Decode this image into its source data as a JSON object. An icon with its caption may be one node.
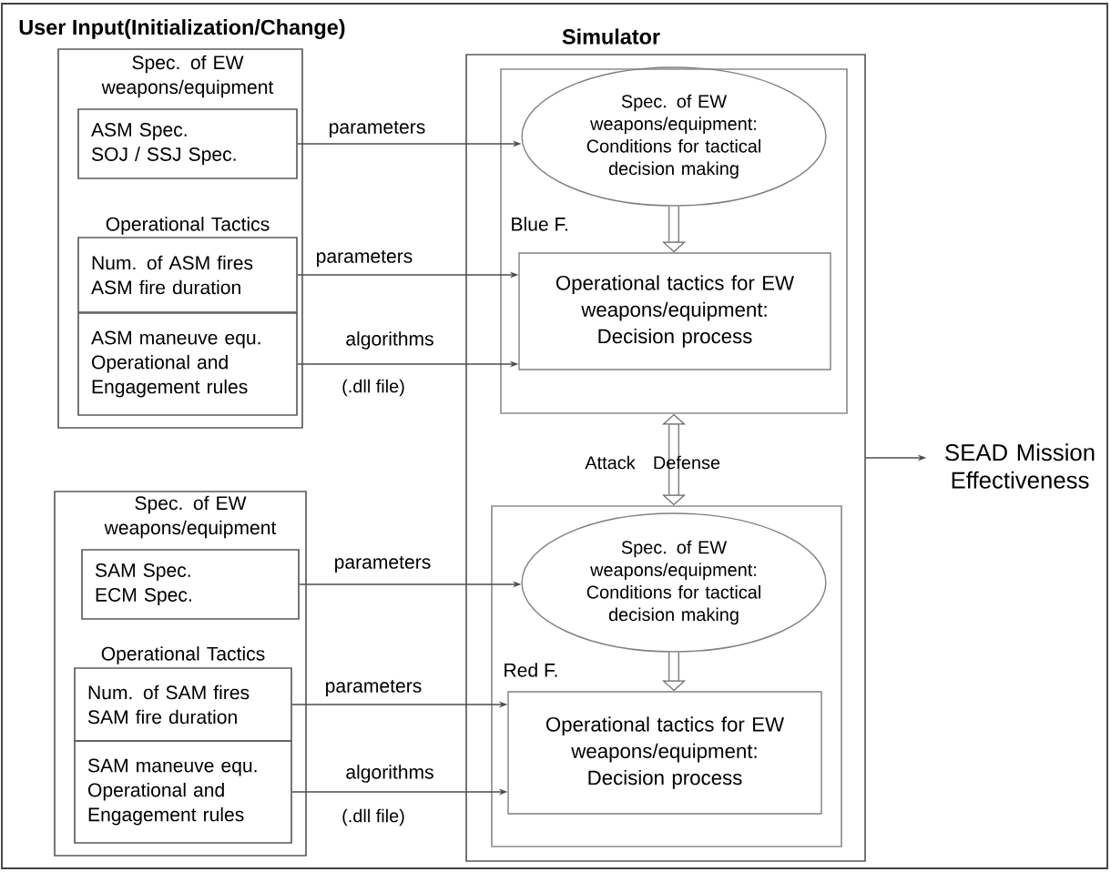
{
  "diagram": {
    "title": "User Input(Initialization/Change)",
    "nodes": [
      {
        "text": [],
        "shape": "box"
      },
      {
        "text": [
          "Spec. of EW weapons/equipment",
          "ASM Spec.",
          "SOJ / SSJ Spec."
        ],
        "in": 0
      },
      {
        "text": [
          "Operational Tactics",
          "Num. of ASM fires",
          "ASM fire duration"
        ],
        "in": 0
      },
      {
        "text": [
          "ASM maneuve equ.",
          "Operational and Engagement rules"
        ],
        "in": 0
      },
      {
        "text": [
          "Simulator"
        ]
      },
      {
        "text": [
          "Blue F."
        ],
        "in": 4
      },
      {
        "text": [
          "Spec. of EW weapons/equipment: Conditions for tactical decision making"
        ],
        "in": 5
      },
      {
        "text": [
          "Operational tactics for EW weapons/equipment: Decision process"
        ],
        "in": 5
      },
      {
        "text": [
          "Red F."
        ],
        "in": 4
      },
      {
        "text": [
          "Spec. of EW weapons/equipment: Conditions for tactical decision making"
        ],
        "in": 8
      },
      {
        "text": [
          "Operational tactics for EW weapons/equipment: Decision process"
        ],
        "in": 8
      },
      {
        "text": [],
        "shape": "box"
      },
      {
        "text": [
          "Spec. of EW weapons/equipment",
          "SAM Spec.",
          "ECM Spec."
        ],
        "in": 11
      },
      {
        "text": [
          "Operational Tactics",
          "Num. of SAM fires",
          "SAM fire duration"
        ],
        "in": 11
      },
      {
        "text": [
          "SAM maneuve equ.",
          "Operational and Engagement rules"
        ],
        "in": 11
      },
      {
        "text": [
          "SEAD Mission Effectiveness"
        ]
      }
    ],
    "edges": [
      {
        "from": 1,
        "to": 6,
        "arrow": "to",
        "label": "parameters"
      },
      {
        "from": 2,
        "to": 7,
        "arrow": "to",
        "label": "parameters"
      },
      {
        "from": 3,
        "to": 7,
        "arrow": "to",
        "label": "algorithms"
      },
      {
        "from": 6,
        "to": 7,
        "arrow": "to",
        "style": "thick"
      },
      {
        "from": 5,
        "to": 8,
        "arrow": "both",
        "style": "thick"
      },
      {
        "from": 9,
        "to": 10,
        "arrow": "to",
        "style": "thick"
      },
      {
        "from": 12,
        "to": 9,
        "arrow": "to",
        "label": "parameters"
      },
      {
        "from": 13,
        "to": 10,
        "arrow": "to",
        "label": "parameters"
      },
      {
        "from": 14,
        "to": 10,
        "arrow": "to",
        "label": "algorithms"
      },
      {
        "from": 4,
        "to": 15,
        "arrow": "to"
      }
    ],
    "labels": [
      "(.dll file)",
      "Attack",
      "Defense",
      "(.dll file)"
    ]
  }
}
